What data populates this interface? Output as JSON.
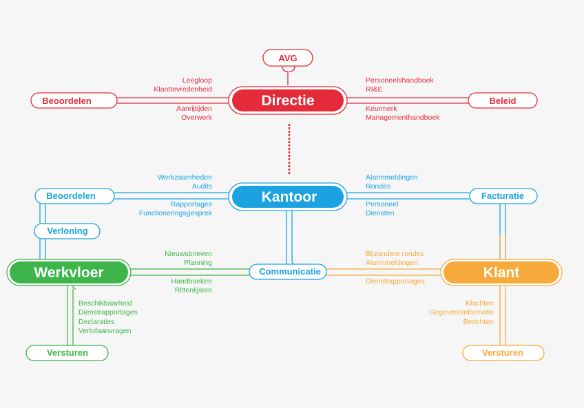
{
  "colors": {
    "directie": "#e42b3a",
    "kantoor": "#1ba3e1",
    "werkvloer": "#3db54a",
    "klant": "#f7aa3c",
    "background": "#f6f6f6"
  },
  "directie": {
    "title": "Directie",
    "top": "AVG",
    "left": "Beoordelen",
    "right": "Beleid",
    "upper_left": [
      "Leegloop",
      "Klanttevredenheid"
    ],
    "lower_left": [
      "Aanrijtijden",
      "Overwerk"
    ],
    "upper_right": [
      "Personeelshandboek",
      "RI&E"
    ],
    "lower_right": [
      "Keurmerk",
      "Managementhandboek"
    ]
  },
  "kantoor": {
    "title": "Kantoor",
    "left": "Beoordelen",
    "right": "Facturatie",
    "sub_left": "Verloning",
    "bottom": "Communicatie",
    "upper_left": [
      "Werkzaamheden",
      "Audits"
    ],
    "lower_left": [
      "Rapportages",
      "Functioneringsgesprek"
    ],
    "upper_right": [
      "Alarmmeldingen",
      "Rondes"
    ],
    "lower_right": [
      "Personeel",
      "Diensten"
    ]
  },
  "werkvloer": {
    "title": "Werkvloer",
    "bottom": "Versturen",
    "upper_right": [
      "Nieuwsbrieven",
      "Planning"
    ],
    "lower_right": [
      "Handboeken",
      "Rittenlijsten"
    ],
    "below": [
      "Beschikbaarheid",
      "Dienstrapportages",
      "Declaraties",
      "Verlofaanvragen"
    ]
  },
  "klant": {
    "title": "Klant",
    "bottom": "Versturen",
    "upper_left": [
      "Bijzondere rondes",
      "Alarmmeldingen"
    ],
    "lower_left": [
      "Dienstrapportages"
    ],
    "below": [
      "Klachten",
      "Gegevensinformatie",
      "Berichten"
    ]
  }
}
